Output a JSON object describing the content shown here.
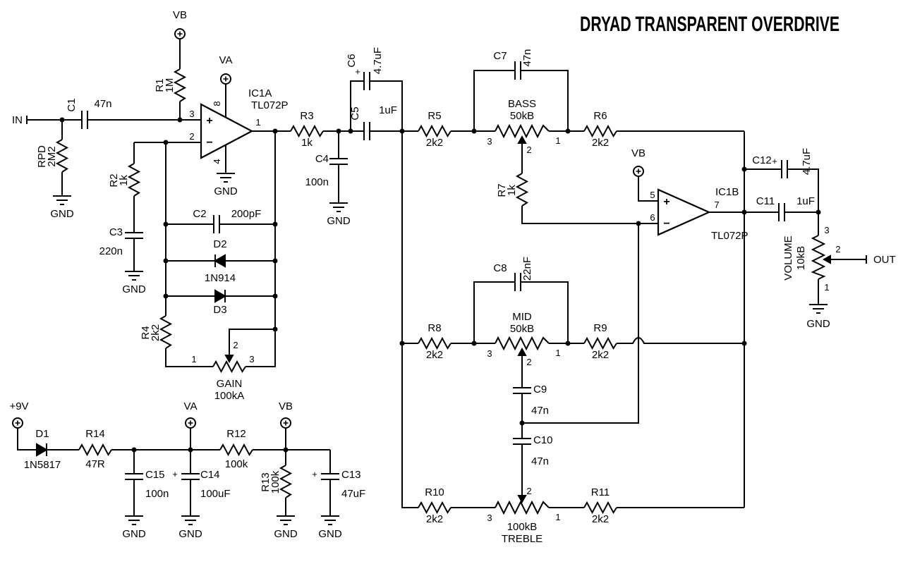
{
  "title": "DRYAD TRANSPARENT OVERDRIVE",
  "terminals": {
    "input": "IN",
    "output": "OUT"
  },
  "supplies": {
    "va": "VA",
    "vb": "VB",
    "v9": "+9V",
    "gnd": "GND"
  },
  "opamps": {
    "ic1a": {
      "ref": "IC1A",
      "part": "TL072P",
      "pin_in_p": "3",
      "pin_in_n": "2",
      "pin_out": "1",
      "pin_v_p": "8",
      "pin_v_n": "4",
      "sign_p": "+",
      "sign_n": "−"
    },
    "ic1b": {
      "ref": "IC1B",
      "part": "TL072P",
      "pin_in_p": "5",
      "pin_in_n": "6",
      "pin_out": "7",
      "sign_p": "+",
      "sign_n": "−"
    }
  },
  "resistors": {
    "rpd": {
      "ref": "RPD",
      "value": "2M2"
    },
    "r1": {
      "ref": "R1",
      "value": "1M"
    },
    "r2": {
      "ref": "R2",
      "value": "1k"
    },
    "r3": {
      "ref": "R3",
      "value": "1k"
    },
    "r4": {
      "ref": "R4",
      "value": "2k2"
    },
    "r5": {
      "ref": "R5",
      "value": "2k2"
    },
    "r6": {
      "ref": "R6",
      "value": "2k2"
    },
    "r7": {
      "ref": "R7",
      "value": "1k"
    },
    "r8": {
      "ref": "R8",
      "value": "2k2"
    },
    "r9": {
      "ref": "R9",
      "value": "2k2"
    },
    "r10": {
      "ref": "R10",
      "value": "2k2"
    },
    "r11": {
      "ref": "R11",
      "value": "2k2"
    },
    "r12": {
      "ref": "R12",
      "value": "100k"
    },
    "r13": {
      "ref": "R13",
      "value": "100k"
    },
    "r14": {
      "ref": "R14",
      "value": "47R"
    }
  },
  "capacitors": {
    "c1": {
      "ref": "C1",
      "value": "47n"
    },
    "c2": {
      "ref": "C2",
      "value": "200pF"
    },
    "c3": {
      "ref": "C3",
      "value": "220n"
    },
    "c4": {
      "ref": "C4",
      "value": "100n"
    },
    "c5": {
      "ref": "C5",
      "value": "1uF"
    },
    "c6": {
      "ref": "C6",
      "value": "4.7uF",
      "polarity": "+"
    },
    "c7": {
      "ref": "C7",
      "value": "47n"
    },
    "c8": {
      "ref": "C8",
      "value": "22nF"
    },
    "c9": {
      "ref": "C9",
      "value": "47n"
    },
    "c10": {
      "ref": "C10",
      "value": "47n"
    },
    "c11": {
      "ref": "C11",
      "value": "1uF"
    },
    "c12": {
      "ref": "C12",
      "value": "4.7uF",
      "polarity": "+"
    },
    "c13": {
      "ref": "C13",
      "value": "47uF",
      "polarity": "+"
    },
    "c14": {
      "ref": "C14",
      "value": "100uF",
      "polarity": "+"
    },
    "c15": {
      "ref": "C15",
      "value": "100n"
    }
  },
  "diodes": {
    "d1": {
      "ref": "D1",
      "value": "1N5817"
    },
    "d2": {
      "ref": "D2"
    },
    "d3": {
      "ref": "D3"
    },
    "clipping_pair_value": "1N914"
  },
  "pots": {
    "gain": {
      "name": "GAIN",
      "value": "100kA",
      "pin1": "1",
      "pin2": "2",
      "pin3": "3"
    },
    "bass": {
      "name": "BASS",
      "value": "50kB",
      "pin1": "1",
      "pin2": "2",
      "pin3": "3"
    },
    "mid": {
      "name": "MID",
      "value": "50kB",
      "pin1": "1",
      "pin2": "2",
      "pin3": "3"
    },
    "treble": {
      "name": "TREBLE",
      "value": "100kB",
      "pin1": "1",
      "pin2": "2",
      "pin3": "3"
    },
    "volume": {
      "name": "VOLUME",
      "value": "10kB",
      "pin1": "1",
      "pin2": "2",
      "pin3": "3"
    }
  }
}
